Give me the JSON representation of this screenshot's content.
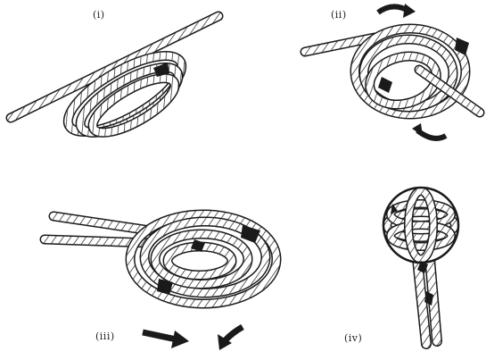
{
  "steps": [
    {
      "id": "i",
      "label": "(i)"
    },
    {
      "id": "ii",
      "label": "(ii)"
    },
    {
      "id": "iii",
      "label": "(iii)"
    },
    {
      "id": "iv",
      "label": "(iv)"
    }
  ],
  "colors": {
    "ink": "#1a1a1a",
    "paper": "#ffffff"
  }
}
